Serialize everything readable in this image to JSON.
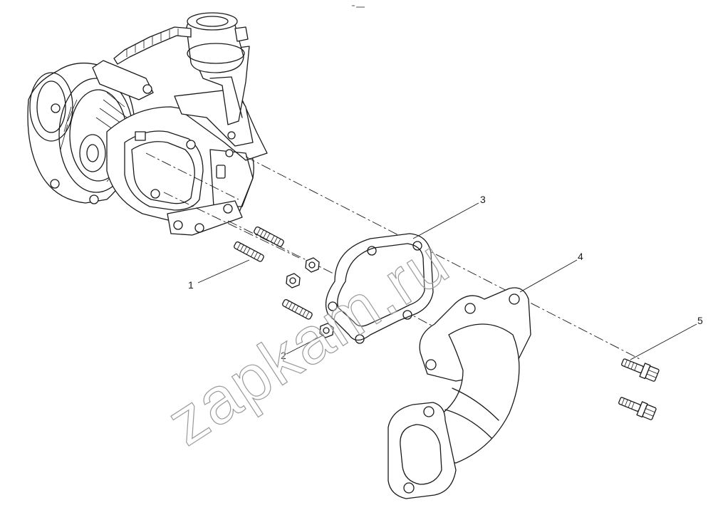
{
  "callouts": [
    {
      "id": "1",
      "label": "1"
    },
    {
      "id": "2",
      "label": "2"
    },
    {
      "id": "3",
      "label": "3"
    },
    {
      "id": "4",
      "label": "4"
    },
    {
      "id": "5",
      "label": "5"
    }
  ],
  "watermark": "zapkam.ru"
}
